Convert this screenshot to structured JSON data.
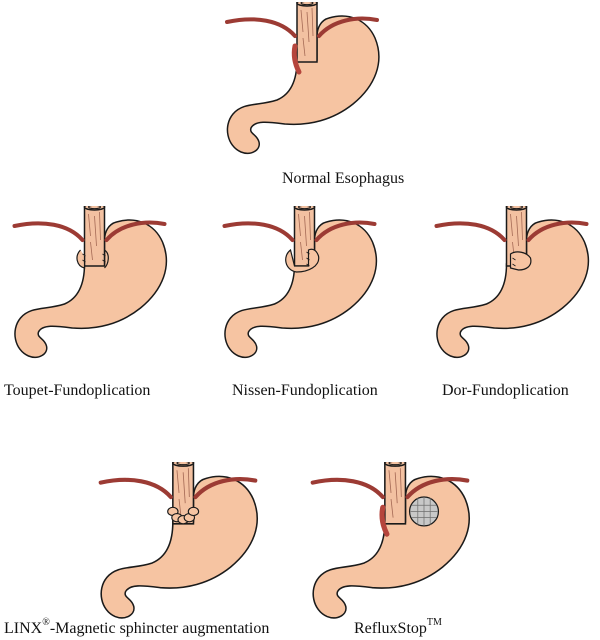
{
  "colors": {
    "stomach_fill": "#f6c4a2",
    "outline": "#1a1a1a",
    "diaphragm": "#9c3b34",
    "sphincter": "#b5453c",
    "esophagus_fill": "#f3c1a1",
    "device_fill": "#c8c8c8"
  },
  "panels": [
    {
      "id": "normal",
      "caption": "Normal Esophagus",
      "variant": "normal-sphincter"
    },
    {
      "id": "toupet",
      "caption": "Toupet-Fundoplication",
      "variant": "partial-posterior-wrap"
    },
    {
      "id": "nissen",
      "caption": "Nissen-Fundoplication",
      "variant": "full-wrap"
    },
    {
      "id": "dor",
      "caption": "Dor-Fundoplication",
      "variant": "partial-anterior-wrap"
    },
    {
      "id": "linx",
      "caption_main": "LINX",
      "caption_sup": "®",
      "caption_rest": "-Magnetic sphincter augmentation",
      "variant": "magnetic-bead-ring"
    },
    {
      "id": "refluxstop",
      "caption_main": "RefluxStop",
      "caption_sup": "TM",
      "variant": "implanted-device"
    }
  ]
}
